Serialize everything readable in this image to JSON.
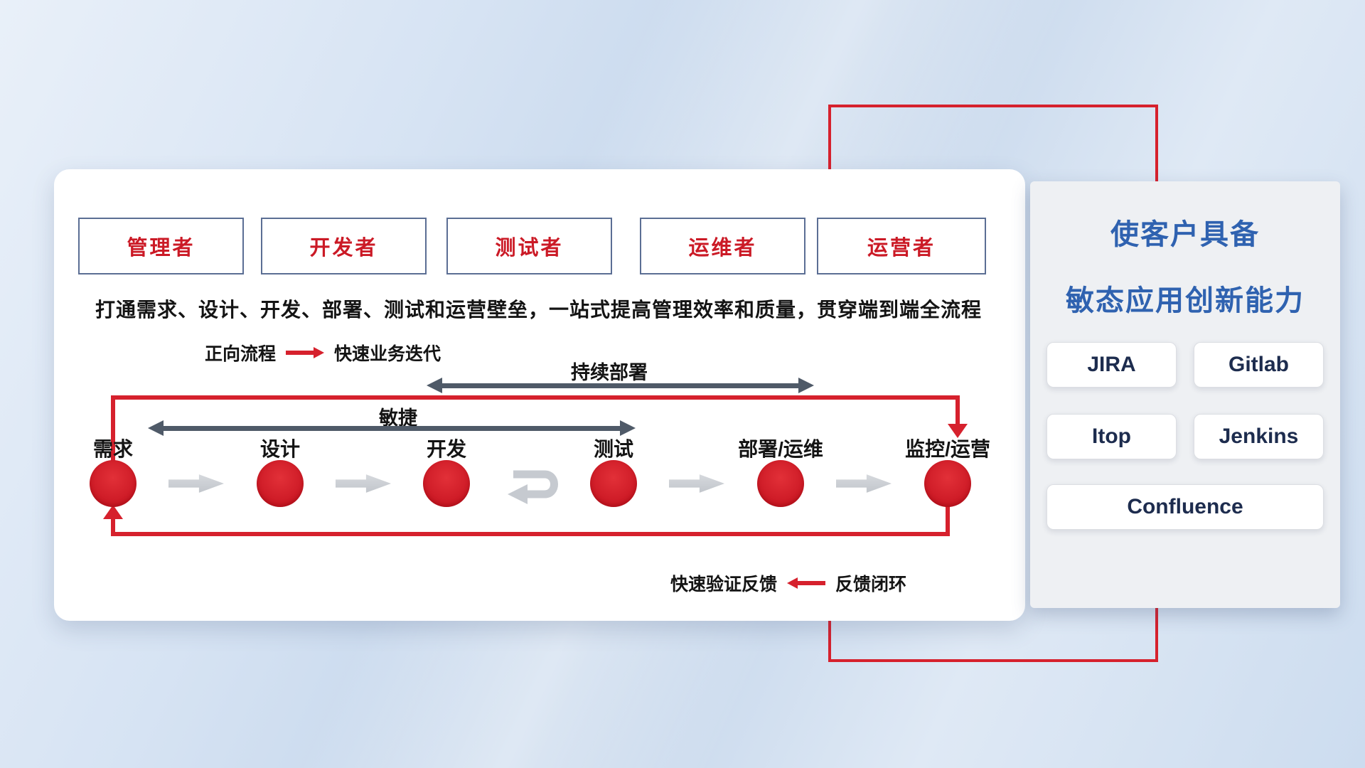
{
  "roles": {
    "items": [
      "管理者",
      "开发者",
      "测试者",
      "运维者",
      "运营者"
    ]
  },
  "headline": "打通需求、设计、开发、部署、测试和运营壁垒，一站式提高管理效率和质量，贯穿端到端全流程",
  "legend": {
    "forward_label": "正向流程",
    "forward_value": "快速业务迭代",
    "feedback_label": "快速验证反馈",
    "feedback_value": "反馈闭环"
  },
  "span_arrows": {
    "agile": "敏捷",
    "continuous_deploy": "持续部署"
  },
  "flow": {
    "steps": [
      "需求",
      "设计",
      "开发",
      "测试",
      "部署/运维",
      "监控/运营"
    ]
  },
  "side_panel": {
    "title_line1": "使客户具备",
    "title_line2": "敏态应用创新能力",
    "tools": [
      "JIRA",
      "Gitlab",
      "Itop",
      "Jenkins",
      "Confluence"
    ]
  },
  "colors": {
    "accent_red": "#d6212d",
    "title_blue": "#2f62b0",
    "dark_arrow": "#4f5a68",
    "gray_arrow": "#c6cad0"
  }
}
